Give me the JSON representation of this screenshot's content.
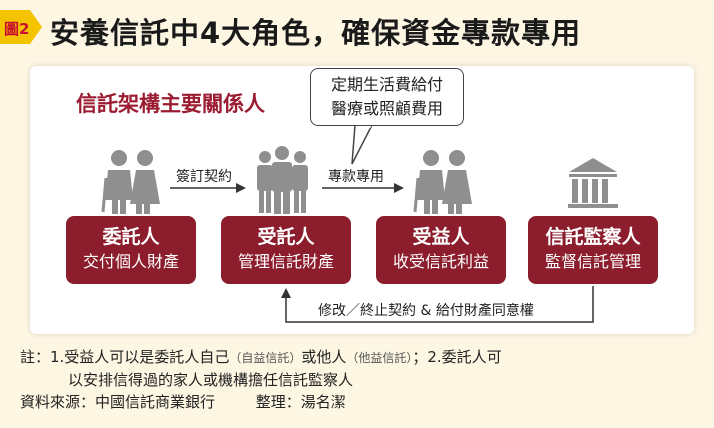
{
  "figure_tag": "圖2",
  "main_title": "安養信託中4大角色，確保資金專款專用",
  "section_title": "信託架構主要關係人",
  "callout": {
    "line1": "定期生活費給付",
    "line2": "醫療或照顧費用"
  },
  "arrows": {
    "contract": "簽訂契約",
    "dedicated": "專款專用",
    "feedback": "修改／終止契約 & 給付財產同意權"
  },
  "roles": [
    {
      "title": "委託人",
      "desc": "交付個人財產"
    },
    {
      "title": "受託人",
      "desc": "管理信託財產"
    },
    {
      "title": "受益人",
      "desc": "收受信託利益"
    },
    {
      "title": "信託監察人",
      "desc": "監督信託管理"
    }
  ],
  "notes": {
    "line1_a": "註：1.受益人可以是委託人自己",
    "line1_b": "（自益信託）",
    "line1_c": "或他人",
    "line1_d": "（他益信託）",
    "line1_e": "；2.委託人可",
    "line2": "以安排信得過的家人或機構擔任信託監察人",
    "source": "資料來源：中國信託商業銀行",
    "editor": "整理：湯名潔"
  },
  "colors": {
    "accent": "#8c1d2c",
    "title_red": "#9b1b30",
    "tag_yellow": "#f5c400",
    "figure_gray": "#8f8f8f",
    "background": "#fdf6e3"
  }
}
